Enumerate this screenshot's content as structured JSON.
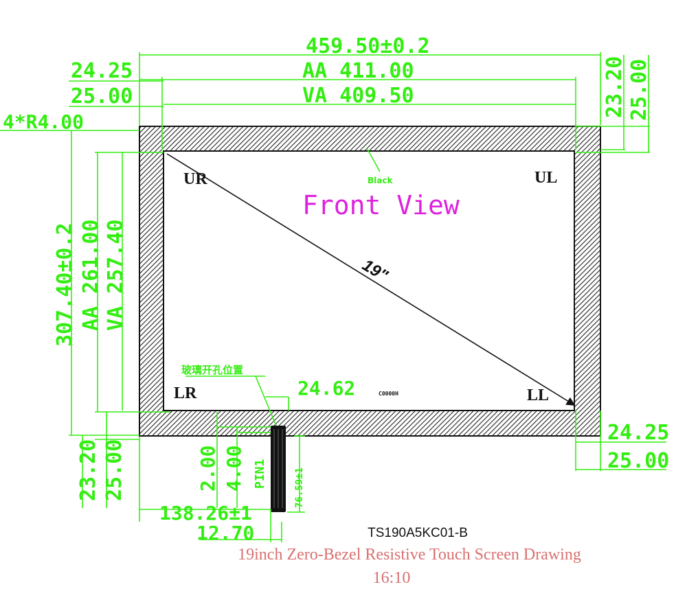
{
  "drawing": {
    "overall_width": "459.50±0.2",
    "aa_width": "AA 411.00",
    "va_width": "VA 409.50",
    "left_aa_offset": "24.25",
    "left_va_offset": "25.00",
    "corner_radius": "4*R4.00",
    "top_aa_offset": "23.20",
    "top_va_offset": "25.00",
    "overall_height": "307.40±0.2",
    "aa_height": "AA 261.00",
    "va_height": "VA 257.40",
    "bottom_aa_offset": "23.20",
    "bottom_va_offset": "25.00",
    "right_aa_offset": "24.25",
    "right_va_offset": "25.00",
    "tail_offset": "138.26±1",
    "tail_width": "12.70",
    "tail_gap": "24.62",
    "tail_length": "76.59±1",
    "dim_200": "2.00",
    "dim_400": "4.00",
    "pin_label": "PIN1",
    "glass_hole_note": "玻璃开孔位置",
    "black_note": "Black",
    "corner_ur": "UR",
    "corner_ul": "UL",
    "corner_lr": "LR",
    "corner_ll": "LL",
    "diagonal": "19\"",
    "view_title": "Front View",
    "small_mark": "C0000H"
  },
  "captions": {
    "model": "TS190A5KC01-B",
    "line1": "19inch Zero-Bezel Resistive Touch Screen Drawing",
    "line2": "16:10"
  },
  "colors": {
    "dimension": "#33ee11",
    "title": "#dd22dd",
    "caption": "#d97070"
  }
}
